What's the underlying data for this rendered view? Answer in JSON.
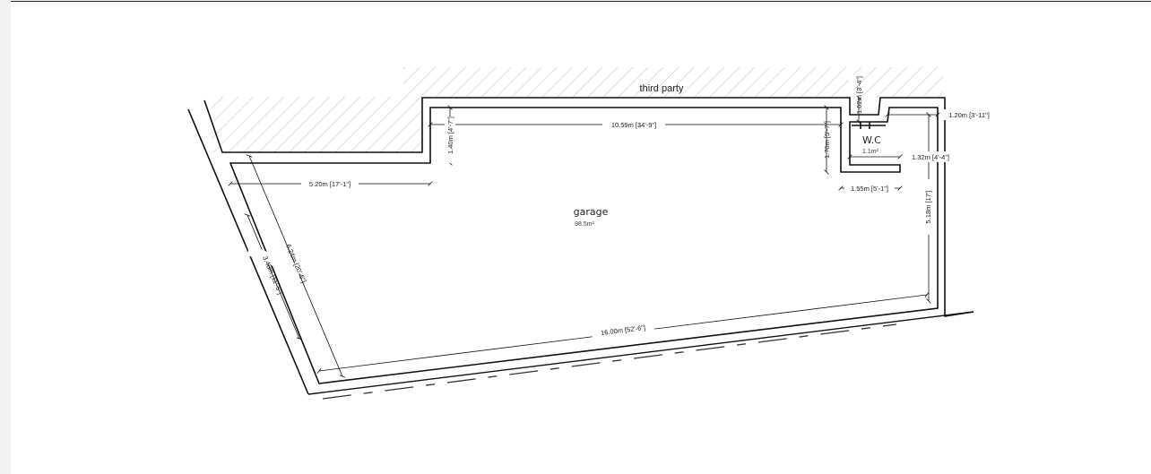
{
  "plan": {
    "neighbour_label": "third party",
    "rooms": [
      {
        "name": "garage",
        "area": "98.5m²"
      },
      {
        "name": "W.C",
        "area": "1.1m²"
      }
    ],
    "dimensions": {
      "length_front": "16.00m [52'-6\"]",
      "length_back": "10.59m [34'-9\"]",
      "side_left_front": "5.20m [17'-1\"]",
      "step_back": "1.40m [4'-7\"]",
      "diagonal_long": "6.24m [20'-6\"]",
      "diagonal_short": "3.48m [11'-5\"]",
      "right_depth": "5.18m [17']",
      "wc_width": "1.55m [5'-1\"]",
      "wc_depth": "1.70m [5'-7\"]",
      "wc_top": "1.02m [3'-4\"]",
      "wc_side": "1.32m [4'-4\"]",
      "right_top": "1.20m [3'-11\"]"
    }
  }
}
